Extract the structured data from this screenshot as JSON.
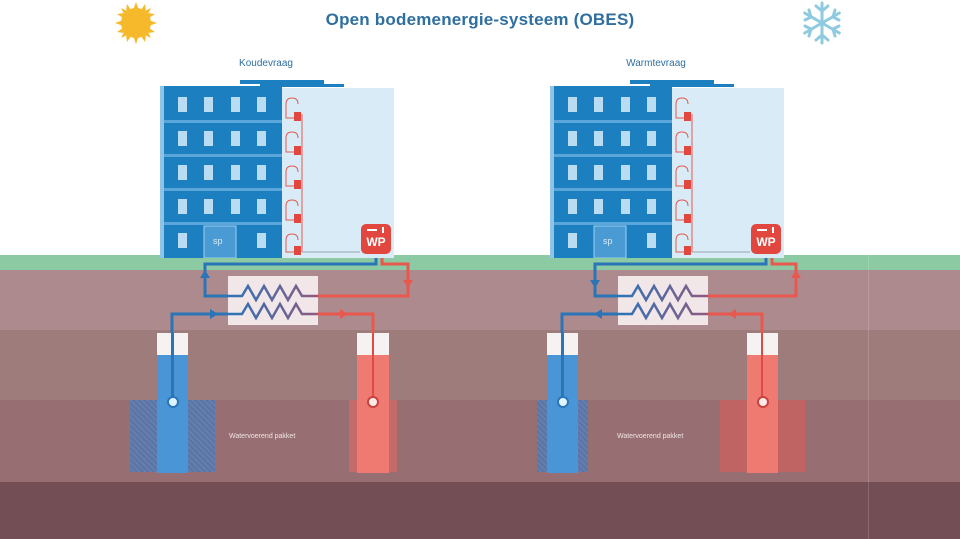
{
  "title": "Open bodemenergie-systeem (OBES)",
  "icons": {
    "left": "sun-icon",
    "right": "snowflake-icon"
  },
  "panels": [
    {
      "label": "Koudevraag",
      "heat_pump_label": "WP",
      "entrance_label": "sp",
      "aquifer_label": "Watervoerend pakket",
      "mode": "cooling"
    },
    {
      "label": "Warmtevraag",
      "heat_pump_label": "WP",
      "entrance_label": "sp",
      "aquifer_label": "Watervoerend pakket",
      "mode": "heating"
    }
  ],
  "colors": {
    "title": "#2f6fa0",
    "building_dark": "#1b7fc0",
    "building_light": "#d8ebf7",
    "grass": "#8ccaa3",
    "soil_1": "#ad8a8d",
    "soil_2": "#9f7c7c",
    "soil_3": "#976f73",
    "soil_4": "#734f55",
    "cold": "#2a74b8",
    "cold_well": "#4a95d6",
    "warm": "#e8584f",
    "warm_well": "#ee7a72",
    "heat_pump": "#e2473f"
  }
}
